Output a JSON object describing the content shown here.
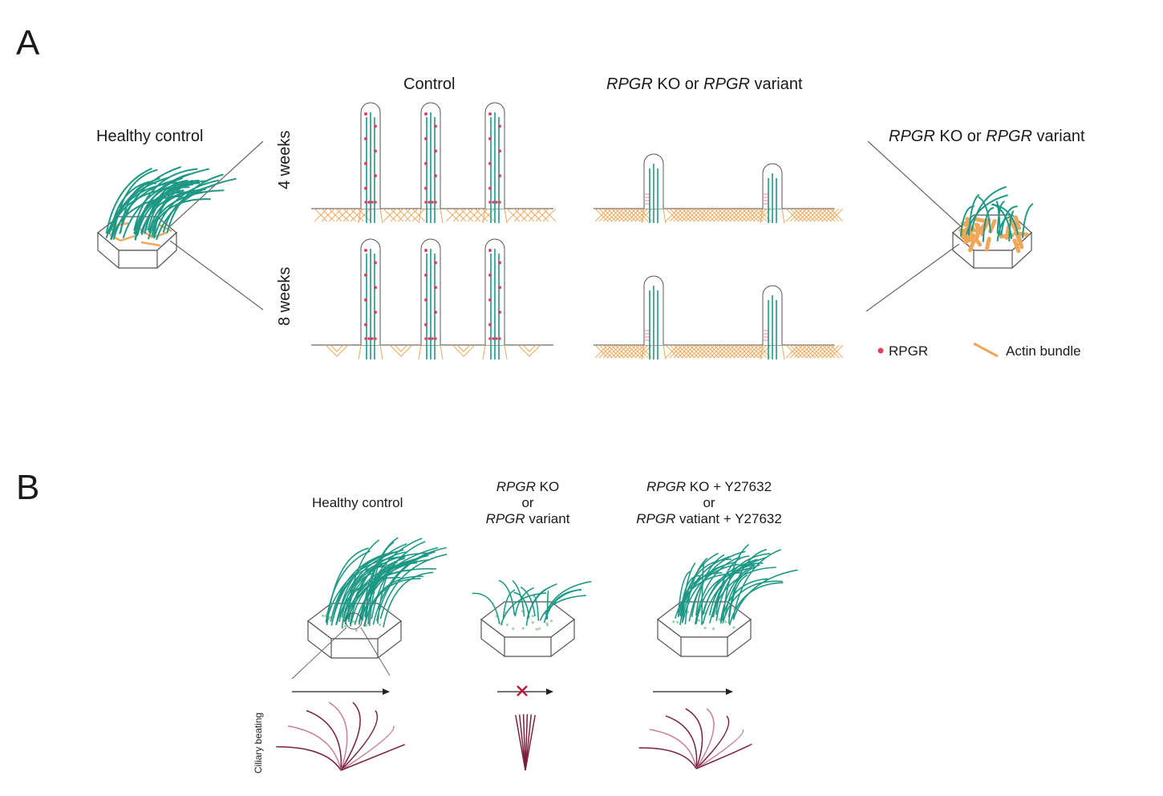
{
  "panel_a": {
    "letter": "A",
    "healthy_label": "Healthy control",
    "control_header": "Control",
    "variant_header_gene": "RPGR",
    "variant_header_rest1": " KO or ",
    "variant_header_gene2": "RPGR",
    "variant_header_rest2": " variant",
    "right_label_gene": "RPGR",
    "right_label_rest1": " KO or ",
    "right_label_gene2": "RPGR",
    "right_label_rest2": " variant",
    "row_4w": "4 weeks",
    "row_8w": "8 weeks",
    "legend_rpgr": "RPGR",
    "legend_actin": "Actin bundle"
  },
  "panel_b": {
    "letter": "B",
    "healthy_label": "Healthy control",
    "mid_l1_gene": "RPGR",
    "mid_l1_rest": " KO",
    "mid_l2": "or",
    "mid_l3_gene": "RPGR",
    "mid_l3_rest": " variant",
    "right_l1_gene": "RPGR",
    "right_l1_rest": " KO + Y27632",
    "right_l2": "or",
    "right_l3_gene": "RPGR",
    "right_l3_rest": " vatiant + Y27632",
    "ciliary_beating": "Ciliary beating"
  },
  "colors": {
    "cilia": "#1f9886",
    "actin": "#f0a75a",
    "rpgr": "#e0405f",
    "beat_dark": "#7a1f3d",
    "beat_light": "#c98097",
    "block_x": "#c0143c",
    "outline": "#555555"
  }
}
